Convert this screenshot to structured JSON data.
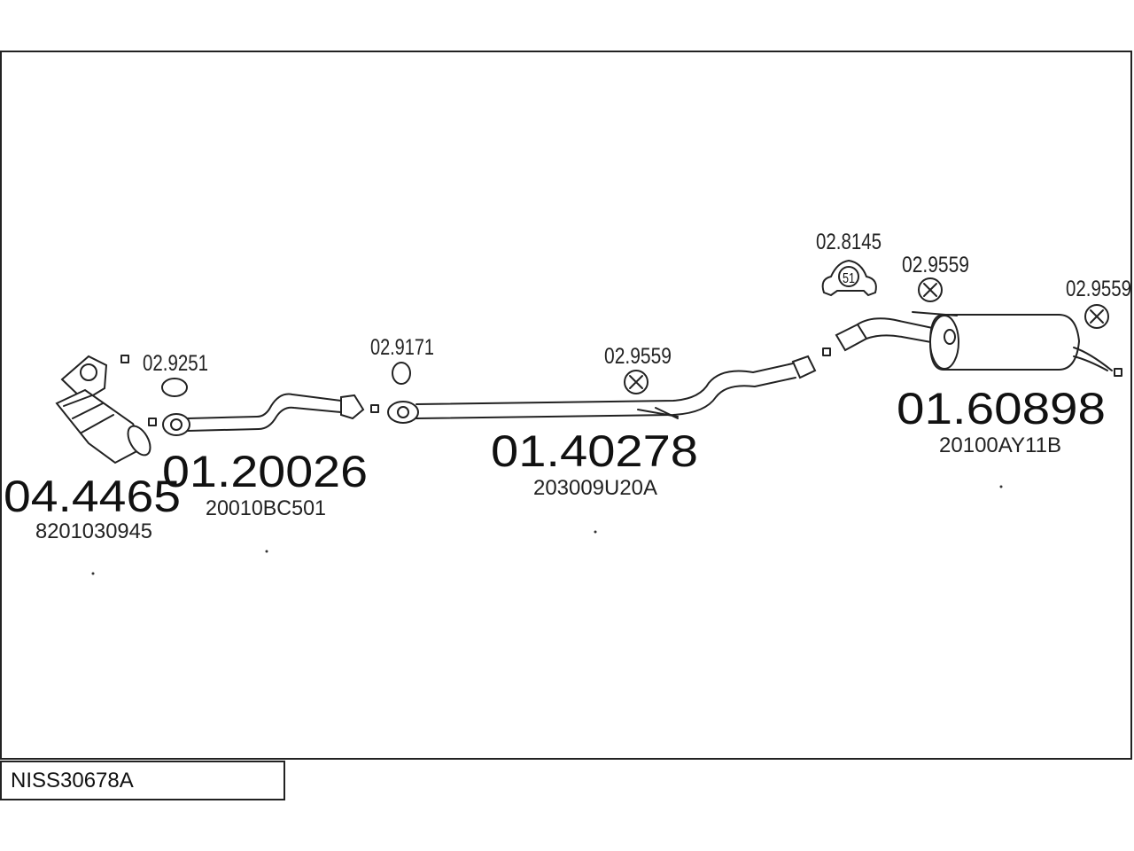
{
  "diagram": {
    "reference": "NISS30678A",
    "parts": [
      {
        "id": "catalyst",
        "article": "04.4465",
        "oem": "8201030945"
      },
      {
        "id": "front-pipe",
        "article": "01.20026",
        "oem": "20010BC501"
      },
      {
        "id": "mid-pipe",
        "article": "01.40278",
        "oem": "203009U20A"
      },
      {
        "id": "rear-box",
        "article": "01.60898",
        "oem": "20100AY11B"
      }
    ],
    "accessories": [
      {
        "code": "02.9251"
      },
      {
        "code": "02.9171"
      },
      {
        "code": "02.9559"
      },
      {
        "code": "02.8145",
        "badge": "51"
      },
      {
        "code": "02.9559"
      },
      {
        "code": "02.9559"
      }
    ]
  }
}
